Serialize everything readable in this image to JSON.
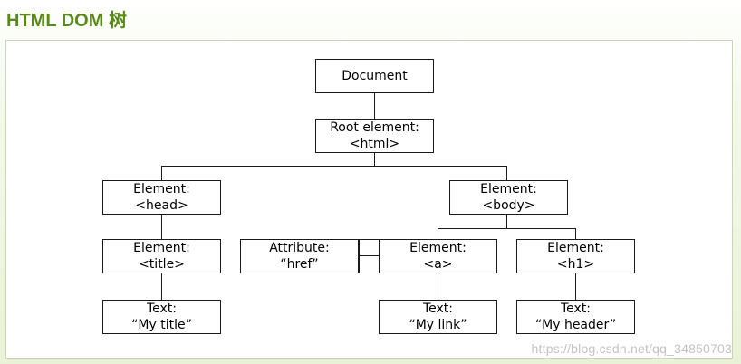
{
  "page": {
    "title": "HTML DOM 树",
    "watermark": "https://blog.csdn.net/qq_34850703"
  },
  "colors": {
    "title": "#5b8a1c",
    "border": "#1a1a1a",
    "panel_border": "#c9d4bb"
  },
  "diagram": {
    "nodes": {
      "document": {
        "line1": "Document",
        "line2": ""
      },
      "root": {
        "line1": "Root element:",
        "line2": "<html>"
      },
      "head": {
        "line1": "Element:",
        "line2": "<head>"
      },
      "body": {
        "line1": "Element:",
        "line2": "<body>"
      },
      "title": {
        "line1": "Element:",
        "line2": "<title>"
      },
      "attribute": {
        "line1": "Attribute:",
        "line2": "“href”"
      },
      "a": {
        "line1": "Element:",
        "line2": "<a>"
      },
      "h1": {
        "line1": "Element:",
        "line2": "<h1>"
      },
      "text_title": {
        "line1": "Text:",
        "line2": "“My title”"
      },
      "text_link": {
        "line1": "Text:",
        "line2": "“My link”"
      },
      "text_header": {
        "line1": "Text:",
        "line2": "“My header”"
      }
    }
  }
}
